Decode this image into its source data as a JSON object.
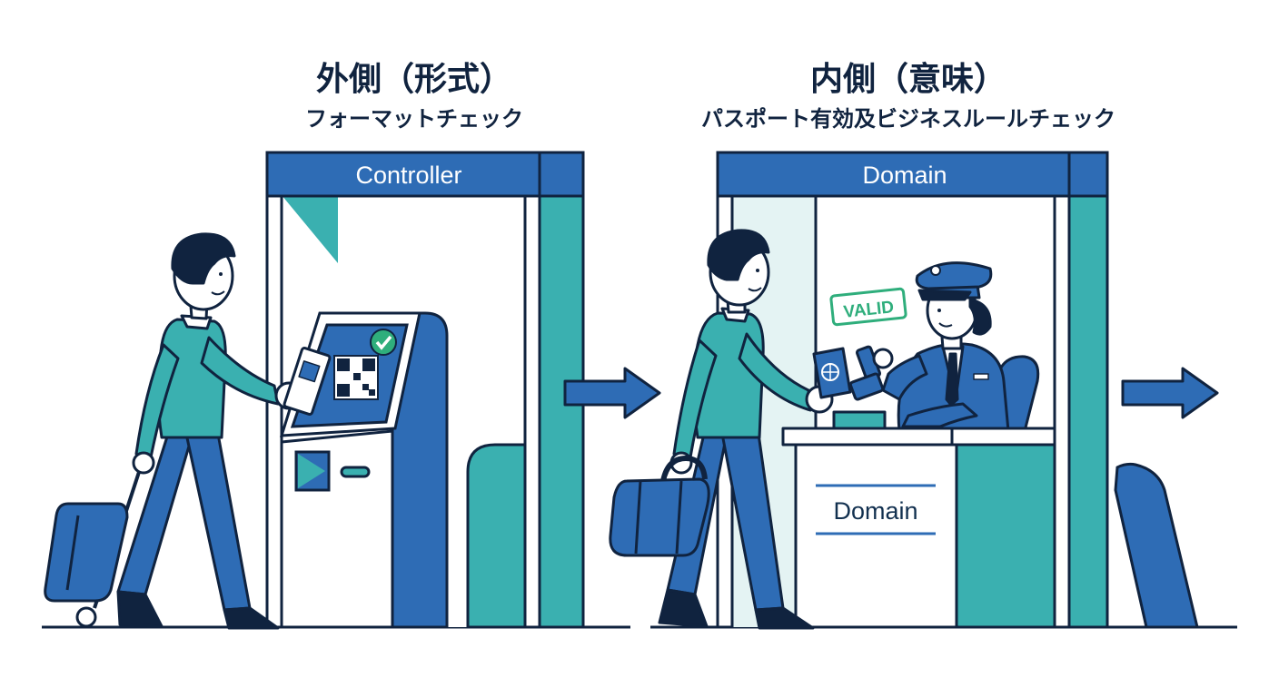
{
  "left_panel": {
    "title": "外側（形式）",
    "subtitle": "フォーマットチェック",
    "gate_label": "Controller"
  },
  "right_panel": {
    "title": "内側（意味）",
    "subtitle": "パスポート有効及ビジネスルールチェック",
    "gate_label": "Domain",
    "desk_label": "Domain",
    "stamp_text": "VALID"
  },
  "colors": {
    "navy": "#10233f",
    "blue": "#2e6cb5",
    "teal": "#3ab0b0",
    "green": "#2fae7c",
    "light_teal": "#e4f3f3"
  },
  "icons": [
    "person-icon",
    "suitcase-icon",
    "kiosk-icon",
    "qr-code-icon",
    "checkmark-icon",
    "arrow-right-icon",
    "officer-icon",
    "passport-icon",
    "stamp-icon",
    "bag-icon"
  ]
}
